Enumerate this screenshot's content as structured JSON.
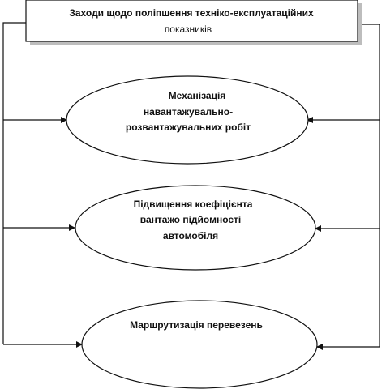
{
  "diagram": {
    "title": {
      "line1": "Заходи щодо поліпшення техніко-експлуатаційних",
      "line2": "показників"
    },
    "nodes": [
      {
        "lines": [
          "Механізація",
          "навантажувально-",
          "розвантажувальних робіт"
        ]
      },
      {
        "lines": [
          "Підвищення коефіцієнта",
          "вантажо підйомності",
          "автомобіля"
        ]
      },
      {
        "lines": [
          "Маршрутизація перевезень"
        ]
      }
    ],
    "colors": {
      "stroke": "#111111",
      "shadow": "#bdbdbd",
      "background": "#ffffff"
    }
  }
}
